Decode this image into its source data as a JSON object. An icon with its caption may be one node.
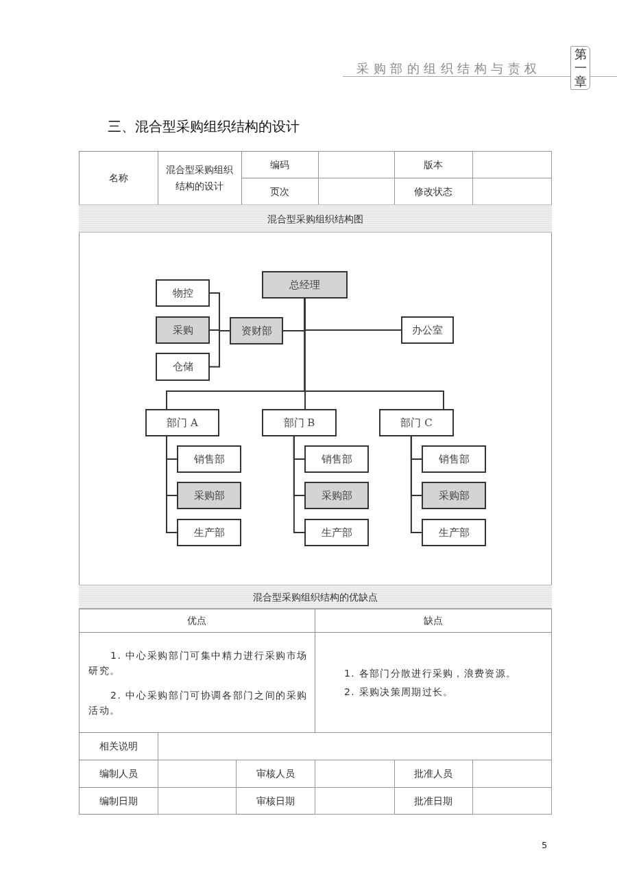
{
  "diagram": {
    "title": "三、混合型采购组织结构的设计",
    "nodes": [
      {
        "text": [
          "总经理"
        ]
      },
      {
        "text": [
          "物控"
        ]
      },
      {
        "text": [
          "采购"
        ]
      },
      {
        "text": [
          "资财部"
        ]
      },
      {
        "text": [
          "办公室"
        ]
      },
      {
        "text": [
          "仓储"
        ]
      },
      {
        "text": [
          "部门 A"
        ]
      },
      {
        "text": [
          "部门 B"
        ]
      },
      {
        "text": [
          "部门 C"
        ]
      },
      {
        "text": [
          "销售部"
        ]
      },
      {
        "text": [
          "采购部"
        ]
      },
      {
        "text": [
          "生产部"
        ]
      },
      {
        "text": [
          "销售部"
        ]
      },
      {
        "text": [
          "采购部"
        ]
      },
      {
        "text": [
          "生产部"
        ]
      },
      {
        "text": [
          "销售部"
        ]
      },
      {
        "text": [
          "采购部"
        ]
      },
      {
        "text": [
          "生产部"
        ]
      }
    ],
    "edges": [
      {
        "from": 0,
        "to": 3,
        "arrow": "none"
      },
      {
        "from": 0,
        "to": 4,
        "arrow": "none"
      },
      {
        "from": 3,
        "to": 1,
        "arrow": "none"
      },
      {
        "from": 3,
        "to": 2,
        "arrow": "none"
      },
      {
        "from": 3,
        "to": 5,
        "arrow": "none"
      },
      {
        "from": 0,
        "to": 6,
        "arrow": "none"
      },
      {
        "from": 0,
        "to": 7,
        "arrow": "none"
      },
      {
        "from": 0,
        "to": 8,
        "arrow": "none"
      },
      {
        "from": 6,
        "to": 9,
        "arrow": "none"
      },
      {
        "from": 6,
        "to": 10,
        "arrow": "none"
      },
      {
        "from": 6,
        "to": 11,
        "arrow": "none"
      },
      {
        "from": 7,
        "to": 12,
        "arrow": "none"
      },
      {
        "from": 7,
        "to": 13,
        "arrow": "none"
      },
      {
        "from": 7,
        "to": 14,
        "arrow": "none"
      },
      {
        "from": 8,
        "to": 15,
        "arrow": "none"
      },
      {
        "from": 8,
        "to": 16,
        "arrow": "none"
      },
      {
        "from": 8,
        "to": 17,
        "arrow": "none"
      }
    ],
    "labels": [
      "采购部的组织结构与责权",
      "第一章",
      "名称",
      "混合型采购组织结构的设计",
      "编码",
      "版本",
      "页次",
      "修改状态",
      "混合型采购组织结构图",
      "混合型采购组织结构的优缺点",
      "优点",
      "缺点",
      "1. 中心采购部门可集中精力进行采购市场研究。",
      "2. 中心采购部门可协调各部门之间的采购活动。",
      "1. 各部门分散进行采购，浪费资源。",
      "2. 采购决策周期过长。",
      "相关说明",
      "编制人员",
      "审核人员",
      "批准人员",
      "编制日期",
      "审核日期",
      "批准日期",
      "5"
    ]
  }
}
